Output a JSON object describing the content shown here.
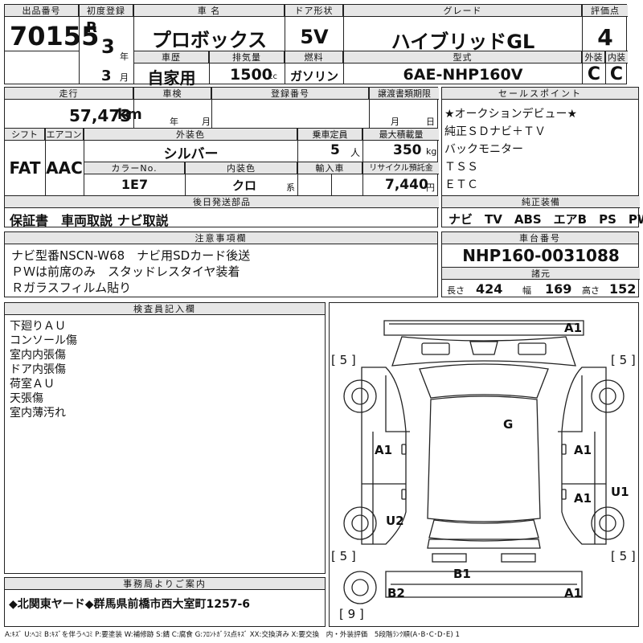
{
  "top": {
    "lot_label": "出品番号",
    "lot_no": "70155",
    "first_reg_label": "初度登録",
    "era": "R",
    "year": "3",
    "year_unit": "年",
    "month": "3",
    "month_unit": "月",
    "model_label": "車 名",
    "model": "プロボックス",
    "door_label": "ドア形状",
    "door": "5V",
    "grade_label": "グレード",
    "grade": "ハイブリッドGL",
    "score_label": "評価点",
    "score": "4",
    "history_label": "車歴",
    "history": "自家用",
    "disp_label": "排気量",
    "disp": "1500",
    "disp_unit": "cc",
    "fuel_label": "燃料",
    "fuel": "ガソリン",
    "type_label": "型式",
    "type": "6AE-NHP160V",
    "ext_label": "外装",
    "ext": "C",
    "int_label": "内装",
    "int": "C"
  },
  "mid": {
    "mileage_label": "走行",
    "mileage": "57,473",
    "mileage_unit": "km",
    "inspection_label": "車検",
    "insp_year_unit": "年",
    "insp_month_unit": "月",
    "reg_label": "登録番号",
    "deadline_label": "譲渡書類期限",
    "dl_month_unit": "月",
    "dl_day_unit": "日",
    "shift_label": "シフト",
    "shift": "FAT",
    "ac_label": "エアコン",
    "ac": "AAC",
    "color_label": "外装色",
    "color": "シルバー",
    "cap_label": "乗車定員",
    "cap": "5",
    "cap_unit": "人",
    "load_label": "最大積載量",
    "load": "350",
    "load_unit": "kg",
    "colorno_label": "カラーNo.",
    "colorno": "1E7",
    "intcolor_label": "内装色",
    "intcolor": "クロ",
    "intcolor_unit": "系",
    "import_label": "輸入車",
    "recycle_label": "リサイクル預託金",
    "recycle": "7,440",
    "recycle_unit": "円",
    "later_label": "後日発送部品",
    "later": "保証書　車両取説 ナビ取説"
  },
  "sales": {
    "label": "セールスポイント",
    "items": [
      "★オークションデビュー★",
      "純正ＳＤナビ＋ＴＶ",
      "バックモニター",
      "ＴＳＳ",
      "ＥＴＣ"
    ],
    "equip_label": "純正装備",
    "equip": "ナビ　TV　ABS　エアB　PS　PW"
  },
  "notes": {
    "label": "注意事項欄",
    "lines": [
      "ナビ型番NSCN-W68　ナビ用SDカード後送",
      "ＰＷは前席のみ　スタッドレスタイヤ装着",
      "Ｒガラスフィルム貼り"
    ]
  },
  "chassis": {
    "label": "車台番号",
    "value": "NHP160-0031088",
    "dims_label": "諸元",
    "len_label": "長さ",
    "len": "424",
    "wid_label": "幅",
    "wid": "169",
    "hgt_label": "高さ",
    "hgt": "152"
  },
  "inspector": {
    "label": "検査員記入欄",
    "lines": [
      "下廻りＡＵ",
      "コンソール傷",
      "室内内張傷",
      "ドア内張傷",
      "荷室ＡＵ",
      "天張傷",
      "室内薄汚れ"
    ]
  },
  "diagram": {
    "marks": {
      "front_bumper": "A1",
      "roof": "G",
      "left_front_door": "A1",
      "right_front_door": "A1",
      "right_rear_door": "A1",
      "right_quarter": "U1",
      "left_quarter": "U2",
      "rear_panel": "B1",
      "rear_left": "B2",
      "rear_right": "A1"
    },
    "tires": {
      "fl": "[ 5 ]",
      "fr": "[ 5 ]",
      "rl": "[ 5 ]",
      "rr": "[ 5 ]",
      "spare": "[ 9 ]"
    }
  },
  "office": {
    "label": "事務局よりご案内",
    "text": "◆北関東ヤード◆群馬県前橋市西大室町1257-6"
  },
  "legend": "A:ｷｽﾞ U:ﾍｺﾐ B:ｷｽﾞを伴うﾍｺﾐ P:要塗装 W:補修跡 S:錆 C:腐食 G:ﾌﾛﾝﾄｶﾞﾗｽ点ｷｽﾞ XX:交換済み X:要交換　内・外装評価　5段階ﾗﾝｸ順(A･B･C･D･E) 1"
}
